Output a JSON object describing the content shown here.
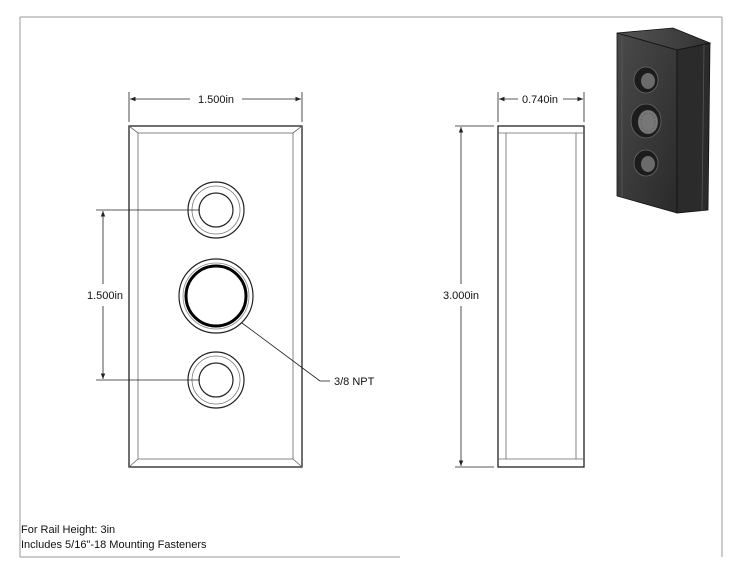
{
  "drawing": {
    "front_view": {
      "width_dim": "1.500in",
      "hole_spacing_dim": "1.500in",
      "thread_callout": "3/8 NPT"
    },
    "side_view": {
      "depth_dim": "0.740in",
      "height_dim": "3.000in"
    },
    "notes": {
      "line1": "For Rail Height: 3in",
      "line2": "Includes 5/16\"-18 Mounting Fasteners"
    }
  }
}
